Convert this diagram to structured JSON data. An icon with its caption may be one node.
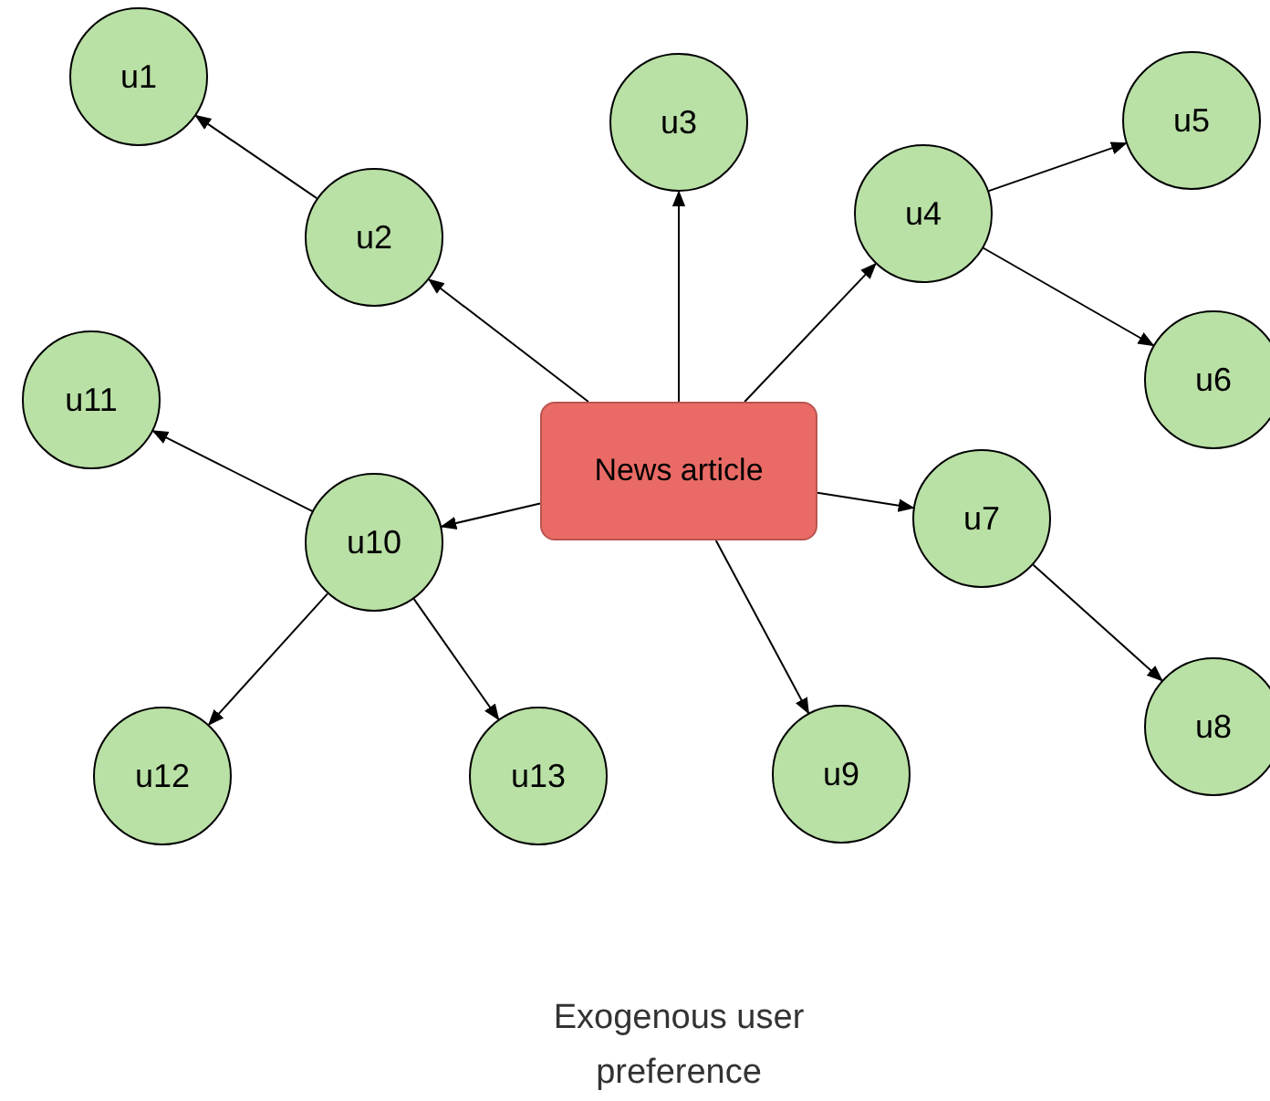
{
  "diagram": {
    "caption": "Exogenous user preference",
    "nodes": [
      {
        "text": [
          "u1"
        ]
      },
      {
        "text": [
          "u2"
        ]
      },
      {
        "text": [
          "u3"
        ]
      },
      {
        "text": [
          "u4"
        ]
      },
      {
        "text": [
          "u5"
        ]
      },
      {
        "text": [
          "u6"
        ]
      },
      {
        "text": [
          "u11"
        ]
      },
      {
        "text": [
          "News article"
        ]
      },
      {
        "text": [
          "u10"
        ]
      },
      {
        "text": [
          "u7"
        ]
      },
      {
        "text": [
          "u8"
        ]
      },
      {
        "text": [
          "u9"
        ]
      },
      {
        "text": [
          "u12"
        ]
      },
      {
        "text": [
          "u13"
        ]
      }
    ],
    "edges": [
      {
        "from": 7,
        "to": 1,
        "arrow": "to"
      },
      {
        "from": 7,
        "to": 2,
        "arrow": "to"
      },
      {
        "from": 7,
        "to": 3,
        "arrow": "to"
      },
      {
        "from": 7,
        "to": 9,
        "arrow": "to"
      },
      {
        "from": 7,
        "to": 11,
        "arrow": "to"
      },
      {
        "from": 7,
        "to": 8,
        "arrow": "to"
      },
      {
        "from": 1,
        "to": 0,
        "arrow": "to"
      },
      {
        "from": 3,
        "to": 4,
        "arrow": "to"
      },
      {
        "from": 3,
        "to": 5,
        "arrow": "to"
      },
      {
        "from": 9,
        "to": 10,
        "arrow": "to"
      },
      {
        "from": 8,
        "to": 6,
        "arrow": "to"
      },
      {
        "from": 8,
        "to": 12,
        "arrow": "to"
      },
      {
        "from": 8,
        "to": 13,
        "arrow": "to"
      }
    ]
  }
}
